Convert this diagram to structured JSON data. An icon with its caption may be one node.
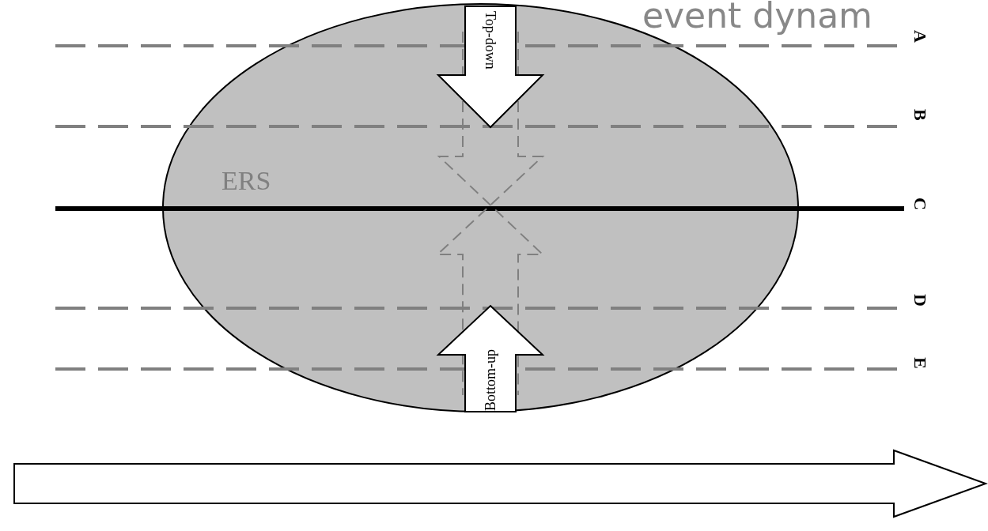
{
  "diagram": {
    "title": "event dynam",
    "nodes": [
      {
        "text": [
          "ERS"
        ]
      },
      {
        "text": [
          "Top-down"
        ],
        "in": 0
      },
      {
        "text": [
          "Bottom-up"
        ],
        "in": 0
      }
    ],
    "labels": [
      "A",
      "B",
      "C",
      "D",
      "E"
    ]
  }
}
